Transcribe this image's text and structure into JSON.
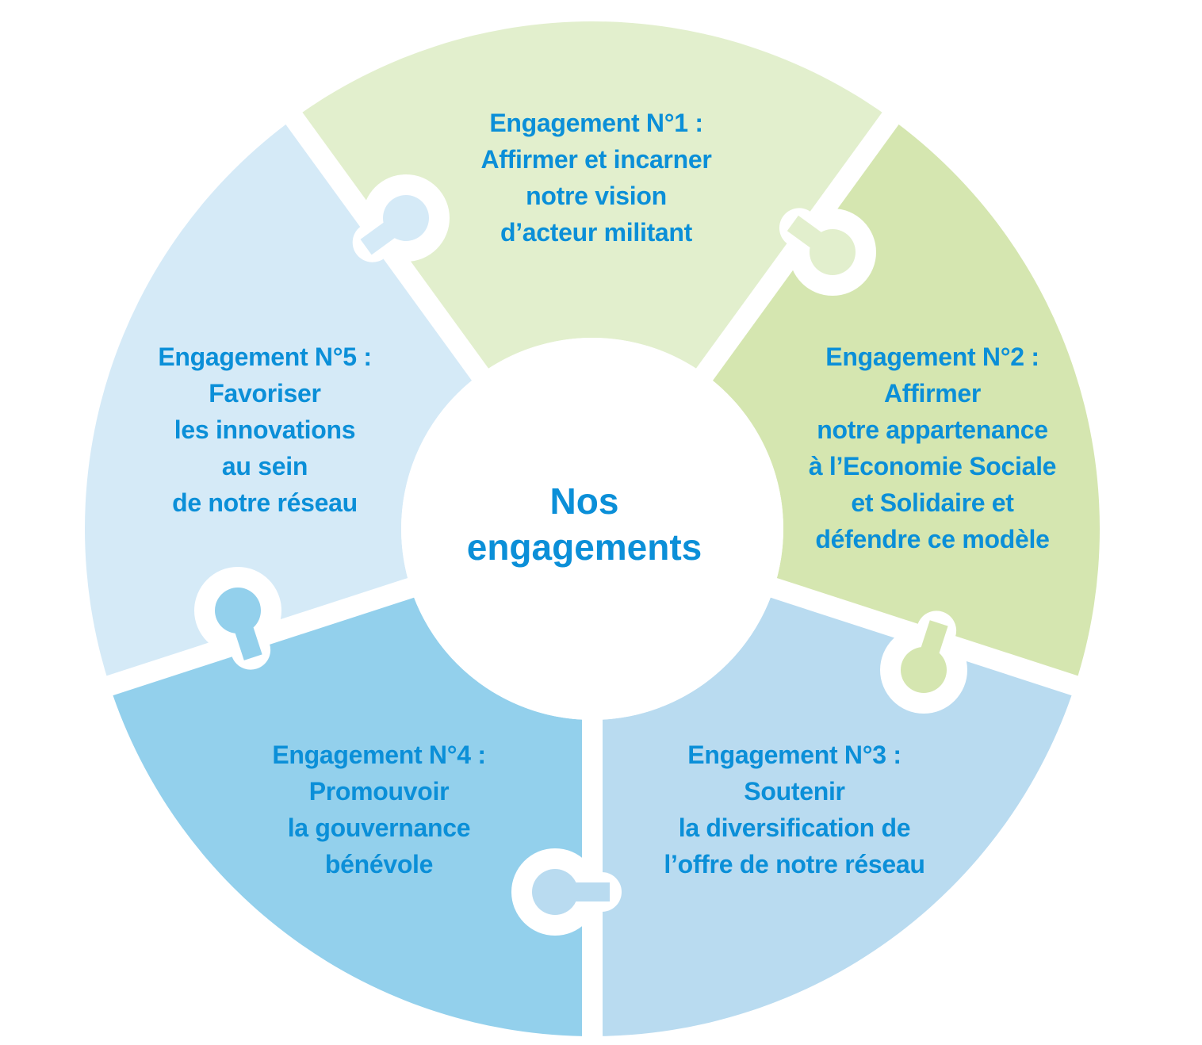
{
  "center": {
    "line1": "Nos",
    "line2": "engagements"
  },
  "segments": [
    {
      "id": "1",
      "color": "#e2efcd",
      "lines": [
        "Engagement N°1 :",
        "Affirmer et incarner",
        "notre vision",
        "d’acteur militant"
      ]
    },
    {
      "id": "2",
      "color": "#d5e6b0",
      "lines": [
        "Engagement N°2 :",
        "Affirmer",
        "notre appartenance",
        "à l’Economie Sociale",
        "et Solidaire et",
        "défendre ce modèle"
      ]
    },
    {
      "id": "3",
      "color": "#b9dbf0",
      "lines": [
        "Engagement N°3 :",
        "Soutenir",
        "la diversification de",
        "l’offre de notre réseau"
      ]
    },
    {
      "id": "4",
      "color": "#93d0ec",
      "lines": [
        "Engagement N°4 :",
        "Promouvoir",
        "la gouvernance",
        "bénévole"
      ]
    },
    {
      "id": "5",
      "color": "#d5eaf7",
      "lines": [
        "Engagement N°5 :",
        "Favoriser",
        "les innovations",
        "au sein",
        "de notre réseau"
      ]
    }
  ],
  "text_color": "#0b8fd8"
}
